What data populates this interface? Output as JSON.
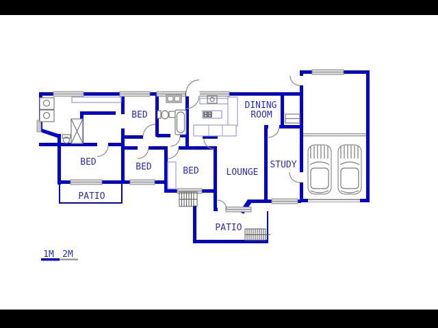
{
  "palette": {
    "wall": "#0000d6",
    "label": "#2a2ac8",
    "fixture": "#787878",
    "counter": "#9a9ade",
    "letterbox": "#000000",
    "bg": "#ffffff"
  },
  "labels": {
    "bed_top": "BED",
    "bed_left": "BED",
    "bed_middle": "BED",
    "bed_right": "BED",
    "dining_room_line1": "DINING",
    "dining_room_line2": "ROOM",
    "lounge": "LOUNGE",
    "study": "STUDY",
    "patio_upper": "PATIO",
    "patio_lower": "PATIO"
  },
  "scale_bar": {
    "mark_1m": "1M",
    "mark_2m": "2M"
  },
  "garage": {
    "cars_visible": 2
  },
  "icons": [
    "window-icon",
    "door-arc-icon",
    "double-basin-icon",
    "toilet-icon",
    "wardrobe-x-icon",
    "bathtub-icon",
    "kitchen-sink-icon",
    "stove-icon",
    "counter-icon",
    "shelf-icon",
    "stairs-icon",
    "car-icon"
  ]
}
